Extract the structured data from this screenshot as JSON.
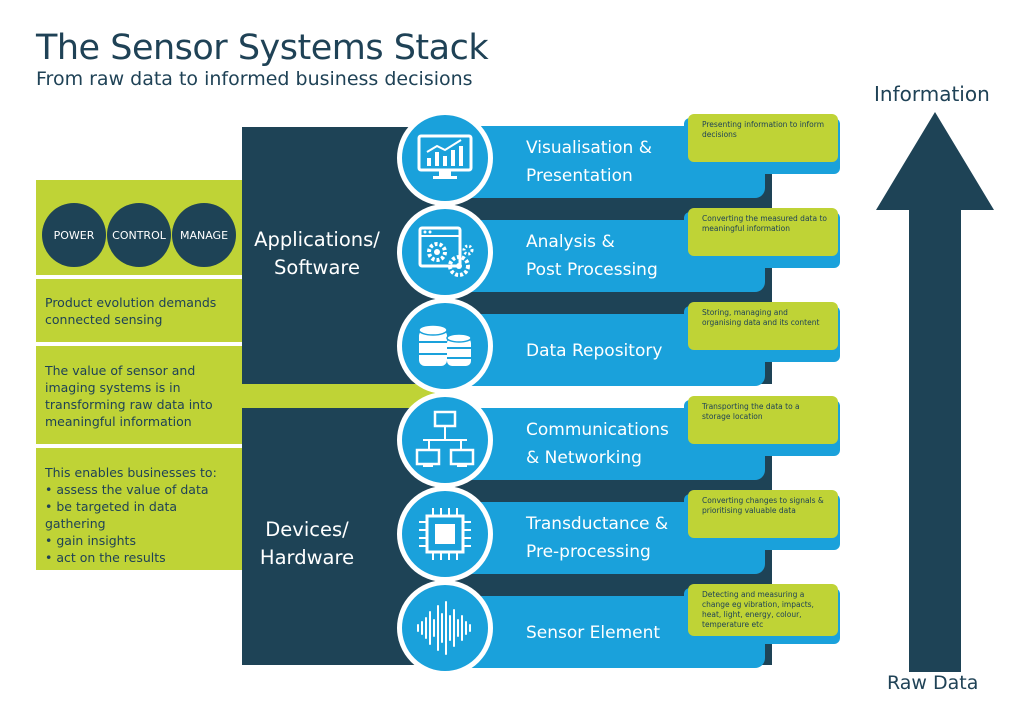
{
  "title": "The Sensor Systems Stack",
  "subtitle": "From raw data to informed business decisions",
  "side_panel": {
    "pills": [
      "POWER",
      "CONTROL",
      "MANAGE"
    ],
    "text1": "Product evolution demands connected sensing",
    "text2": "The value of sensor and imaging systems is in transforming raw data into meaningful information",
    "text3_intro": "This enables businesses to:",
    "bullets": [
      "assess the value of data",
      "be targeted in data gathering",
      "gain insights",
      "act on the results"
    ]
  },
  "sections": {
    "applications": [
      "Applications/",
      "Software"
    ],
    "devices": [
      "Devices/",
      "Hardware"
    ]
  },
  "layers": [
    {
      "label": [
        "Visualisation &",
        "Presentation"
      ],
      "icon": "monitor-chart-icon",
      "note": "Presenting information to inform decisions"
    },
    {
      "label": [
        "Analysis &",
        "Post Processing"
      ],
      "icon": "gears-window-icon",
      "note": "Converting the measured data to meaningful information"
    },
    {
      "label": [
        "Data Repository"
      ],
      "icon": "database-icon",
      "note": "Storing, managing and organising data and its content"
    },
    {
      "label": [
        "Communications",
        "& Networking"
      ],
      "icon": "network-icon",
      "note": "Transporting the data to a storage location"
    },
    {
      "label": [
        "Transductance &",
        "Pre-processing"
      ],
      "icon": "chip-icon",
      "note": "Converting changes to signals & prioritising valuable data"
    },
    {
      "label": [
        "Sensor Element"
      ],
      "icon": "waveform-icon",
      "note": "Detecting and measuring a change eg vibration, impacts, heat, light, energy, colour, temperature etc"
    }
  ],
  "arrow": {
    "top_label": "Information",
    "bottom_label": "Raw Data"
  },
  "colors": {
    "navy": "#1e4356",
    "blue": "#1aa1db",
    "green": "#bfd336"
  }
}
